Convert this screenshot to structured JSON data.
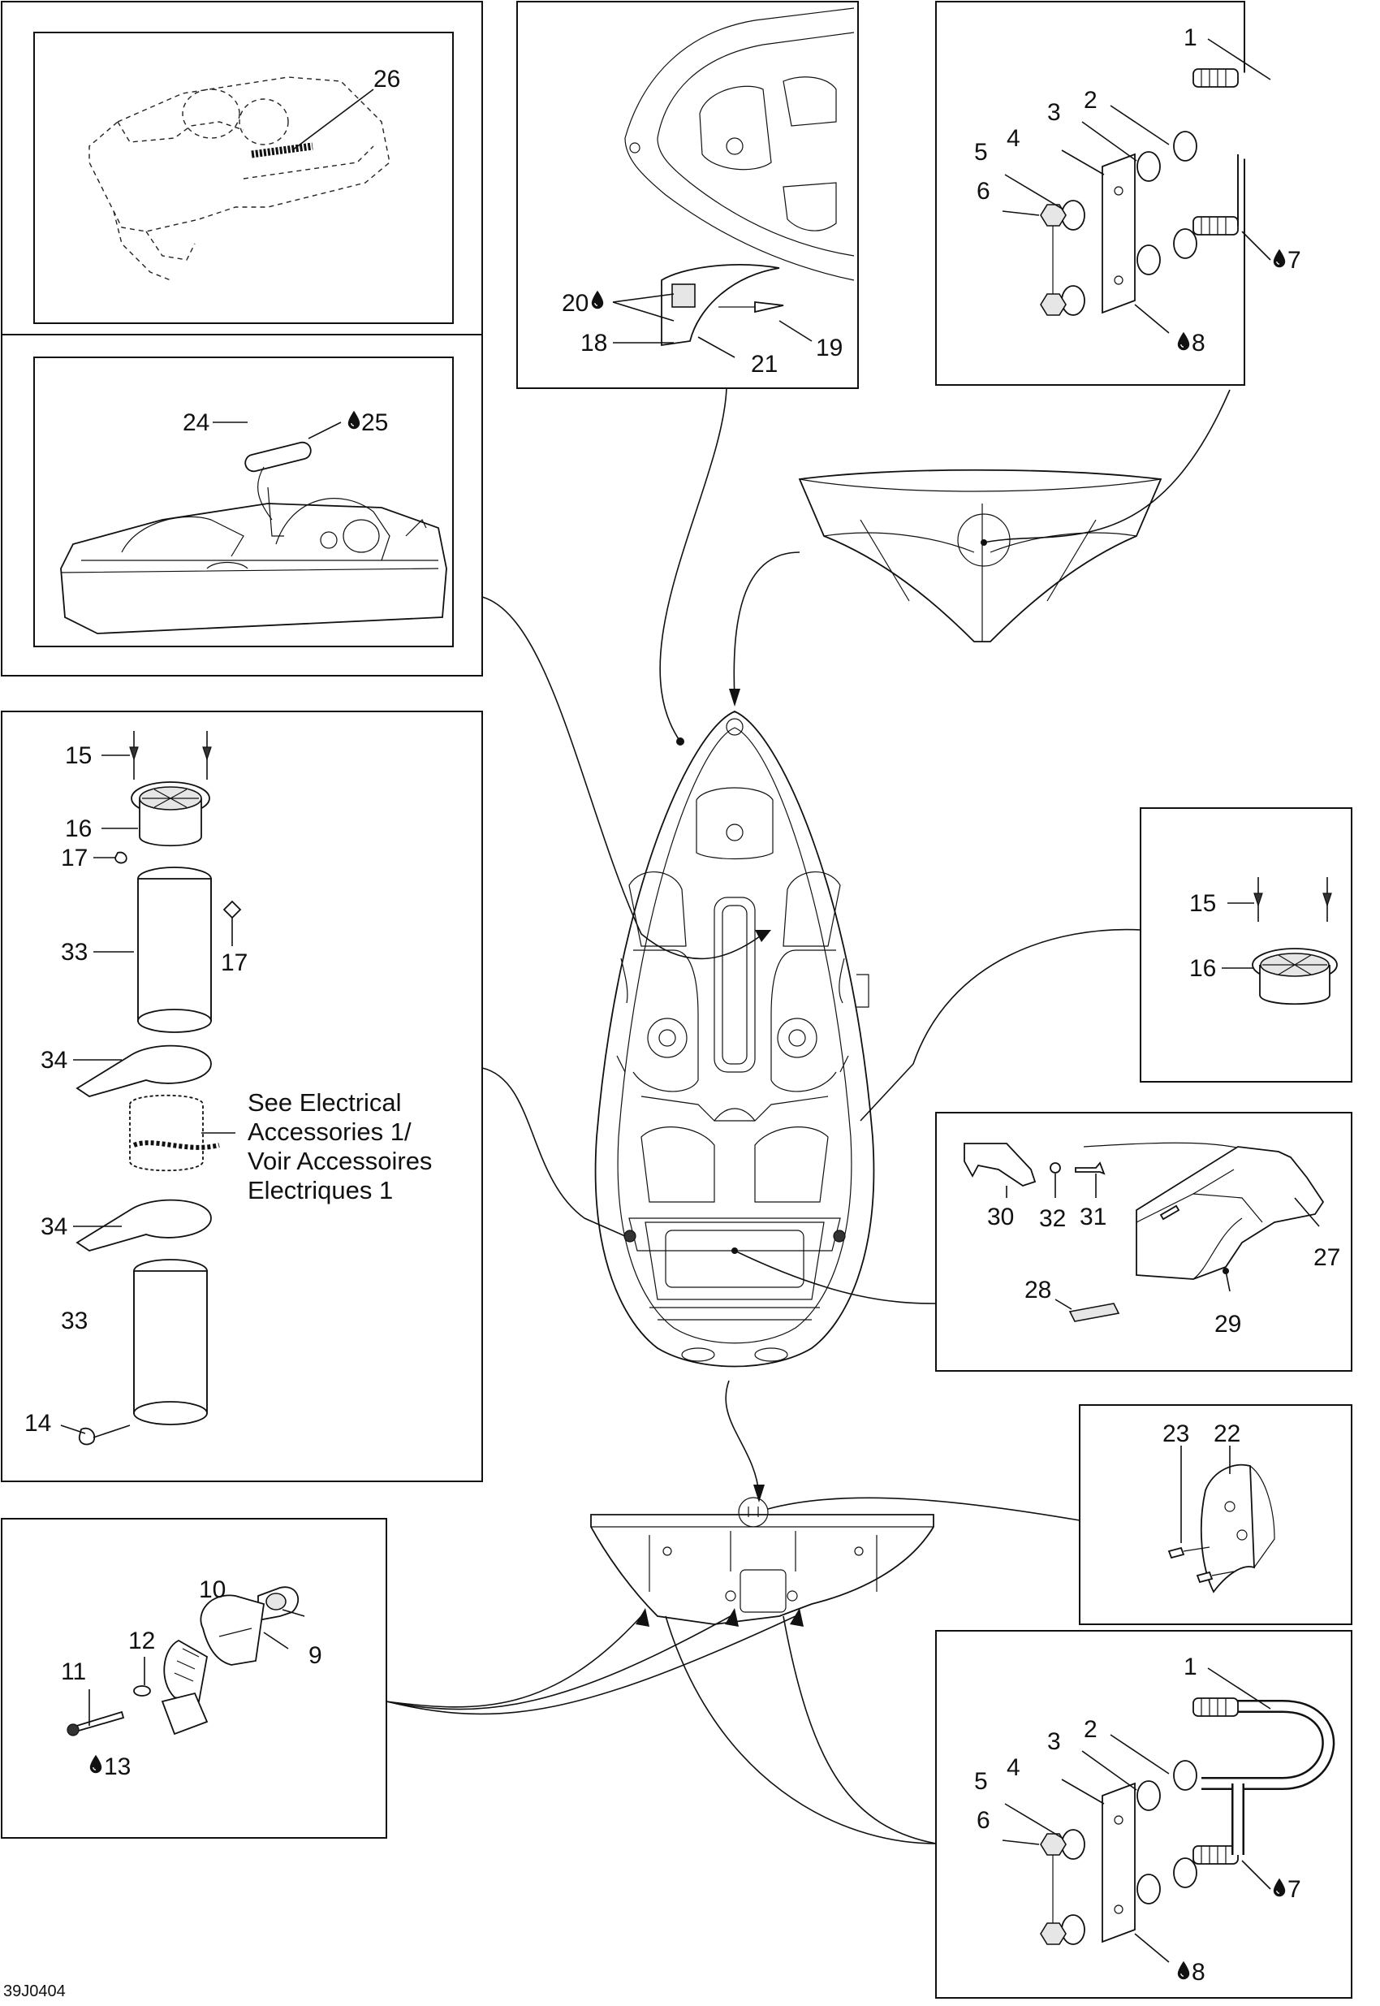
{
  "figure_code": "39J0404",
  "labels": {
    "l1": "1",
    "l2": "2",
    "l3": "3",
    "l4": "4",
    "l5": "5",
    "l6": "6",
    "l7": "7",
    "l8": "8",
    "l9": "9",
    "l10": "10",
    "l11": "11",
    "l12": "12",
    "l13": "13",
    "l14": "14",
    "l15": "15",
    "l16": "16",
    "l17": "17",
    "l18": "18",
    "l19": "19",
    "l20": "20",
    "l21": "21",
    "l22": "22",
    "l23": "23",
    "l24": "24",
    "l25": "25",
    "l26": "26",
    "l27": "27",
    "l28": "28",
    "l29": "29",
    "l30": "30",
    "l31": "31",
    "l32": "32",
    "l33": "33",
    "l34": "34"
  },
  "note": {
    "line1": "See Electrical",
    "line2": "Accessories 1/",
    "line3": "Voir Accessoires",
    "line4": "Electriques 1"
  },
  "icons": {
    "lubricant": "drop-icon"
  }
}
